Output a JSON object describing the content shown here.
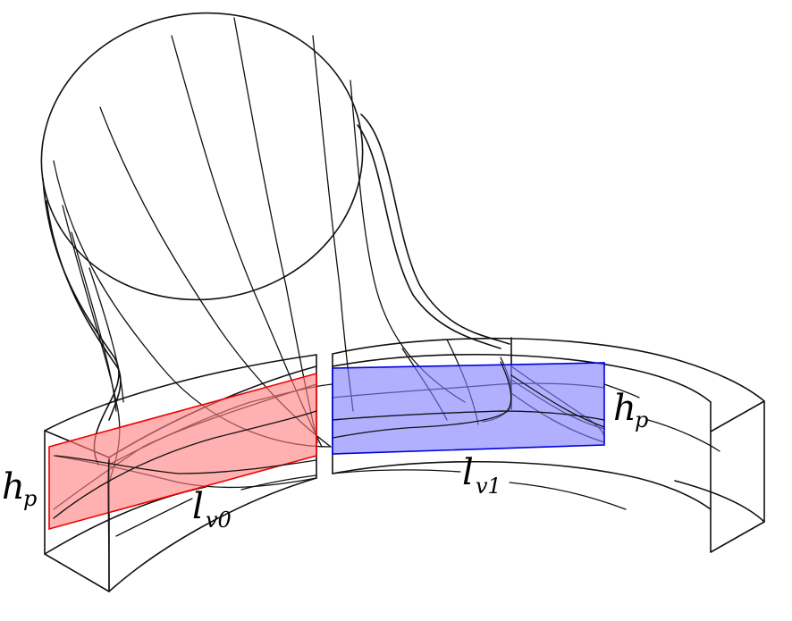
{
  "labels": {
    "hp_left": {
      "main": "h",
      "sub": "p"
    },
    "hp_right": {
      "main": "h",
      "sub": "p"
    },
    "lv0": {
      "main": "l",
      "sub": "v0"
    },
    "lv1": {
      "main": "l",
      "sub": "v1"
    }
  },
  "colors": {
    "plane_left_fill": "#ff7f7f",
    "plane_left_stroke": "#ee0000",
    "plane_right_fill": "#7f7fff",
    "plane_right_stroke": "#0000dd",
    "wire": "#111111"
  }
}
